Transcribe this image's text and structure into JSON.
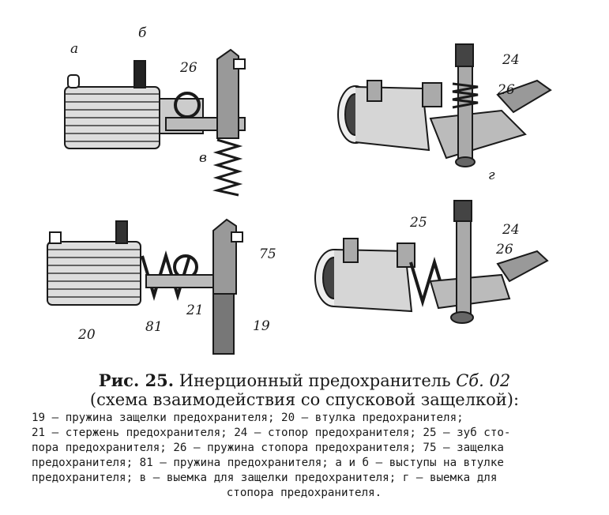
{
  "figure": {
    "labels_top_left": {
      "a": "а",
      "b": "б",
      "v": "в",
      "n26": "26"
    },
    "labels_top_right": {
      "n24": "24",
      "n26": "26",
      "g": "г"
    },
    "labels_bottom_left": {
      "n75": "75",
      "n20": "20",
      "n81": "81",
      "n21": "21",
      "n19": "19"
    },
    "labels_bottom_right": {
      "n25": "25",
      "n24": "24",
      "n26": "26"
    }
  },
  "caption": {
    "prefix": "Рис. 25.",
    "title": " Инерционный предохранитель ",
    "title_italic": "Сб. 02",
    "subtitle": "(схема взаимодействия со спусковой защелкой):"
  },
  "legend": {
    "line1": "19 — пружина защелки предохранителя; 20 — втулка предохранителя;",
    "line2": "21 — стержень предохранителя; 24 — стопор предохранителя; 25 — зуб сто-",
    "line3": "пора предохранителя; 26 — пружина стопора предохранителя; 75 — защелка",
    "line4": "предохранителя; 81 — пружина предохранителя; а и б — выступы на втулке",
    "line5": "предохранителя; в — выемка для защелки предохранителя; г — выемка для",
    "line6": "стопора предохранителя."
  }
}
